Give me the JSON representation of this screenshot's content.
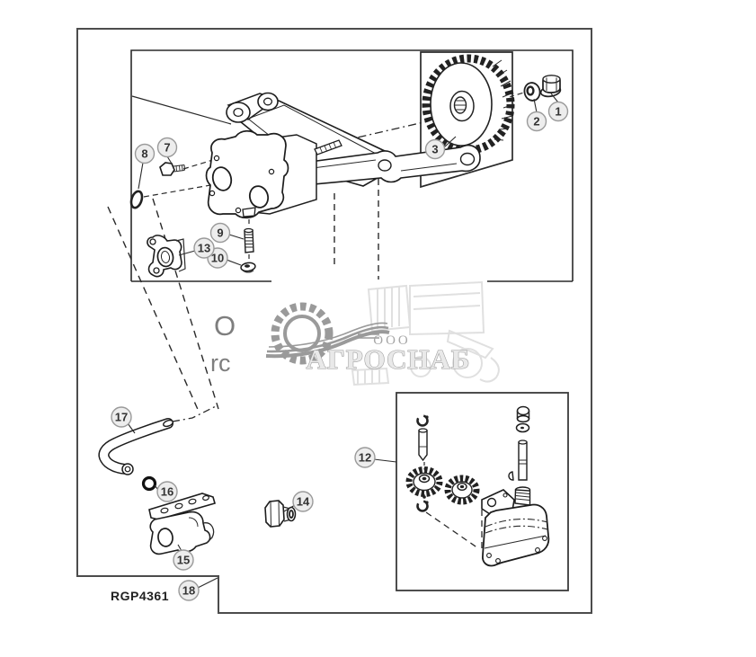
{
  "diagram": {
    "drawing_code": "RGP4361",
    "type": "exploded-parts-diagram"
  },
  "watermark": {
    "company_prefix": "ООО",
    "company_name": "АГРОСНАБ",
    "fragment_top": "O",
    "fragment_bottom": "rc"
  },
  "callouts": {
    "n1": "1",
    "n2": "2",
    "n3": "3",
    "n7": "7",
    "n8": "8",
    "n9": "9",
    "n10": "10",
    "n12": "12",
    "n13": "13",
    "n14": "14",
    "n15": "15",
    "n16": "16",
    "n17": "17",
    "n18": "18"
  },
  "colors": {
    "line": "#2a2a2a",
    "border": "#4c4c4c",
    "callout_fill": "#ededed",
    "callout_stroke": "#9a9a9a",
    "watermark_gray": "#9a9a9a",
    "watermark_faint": "#e0e0e0",
    "background": "#ffffff"
  }
}
